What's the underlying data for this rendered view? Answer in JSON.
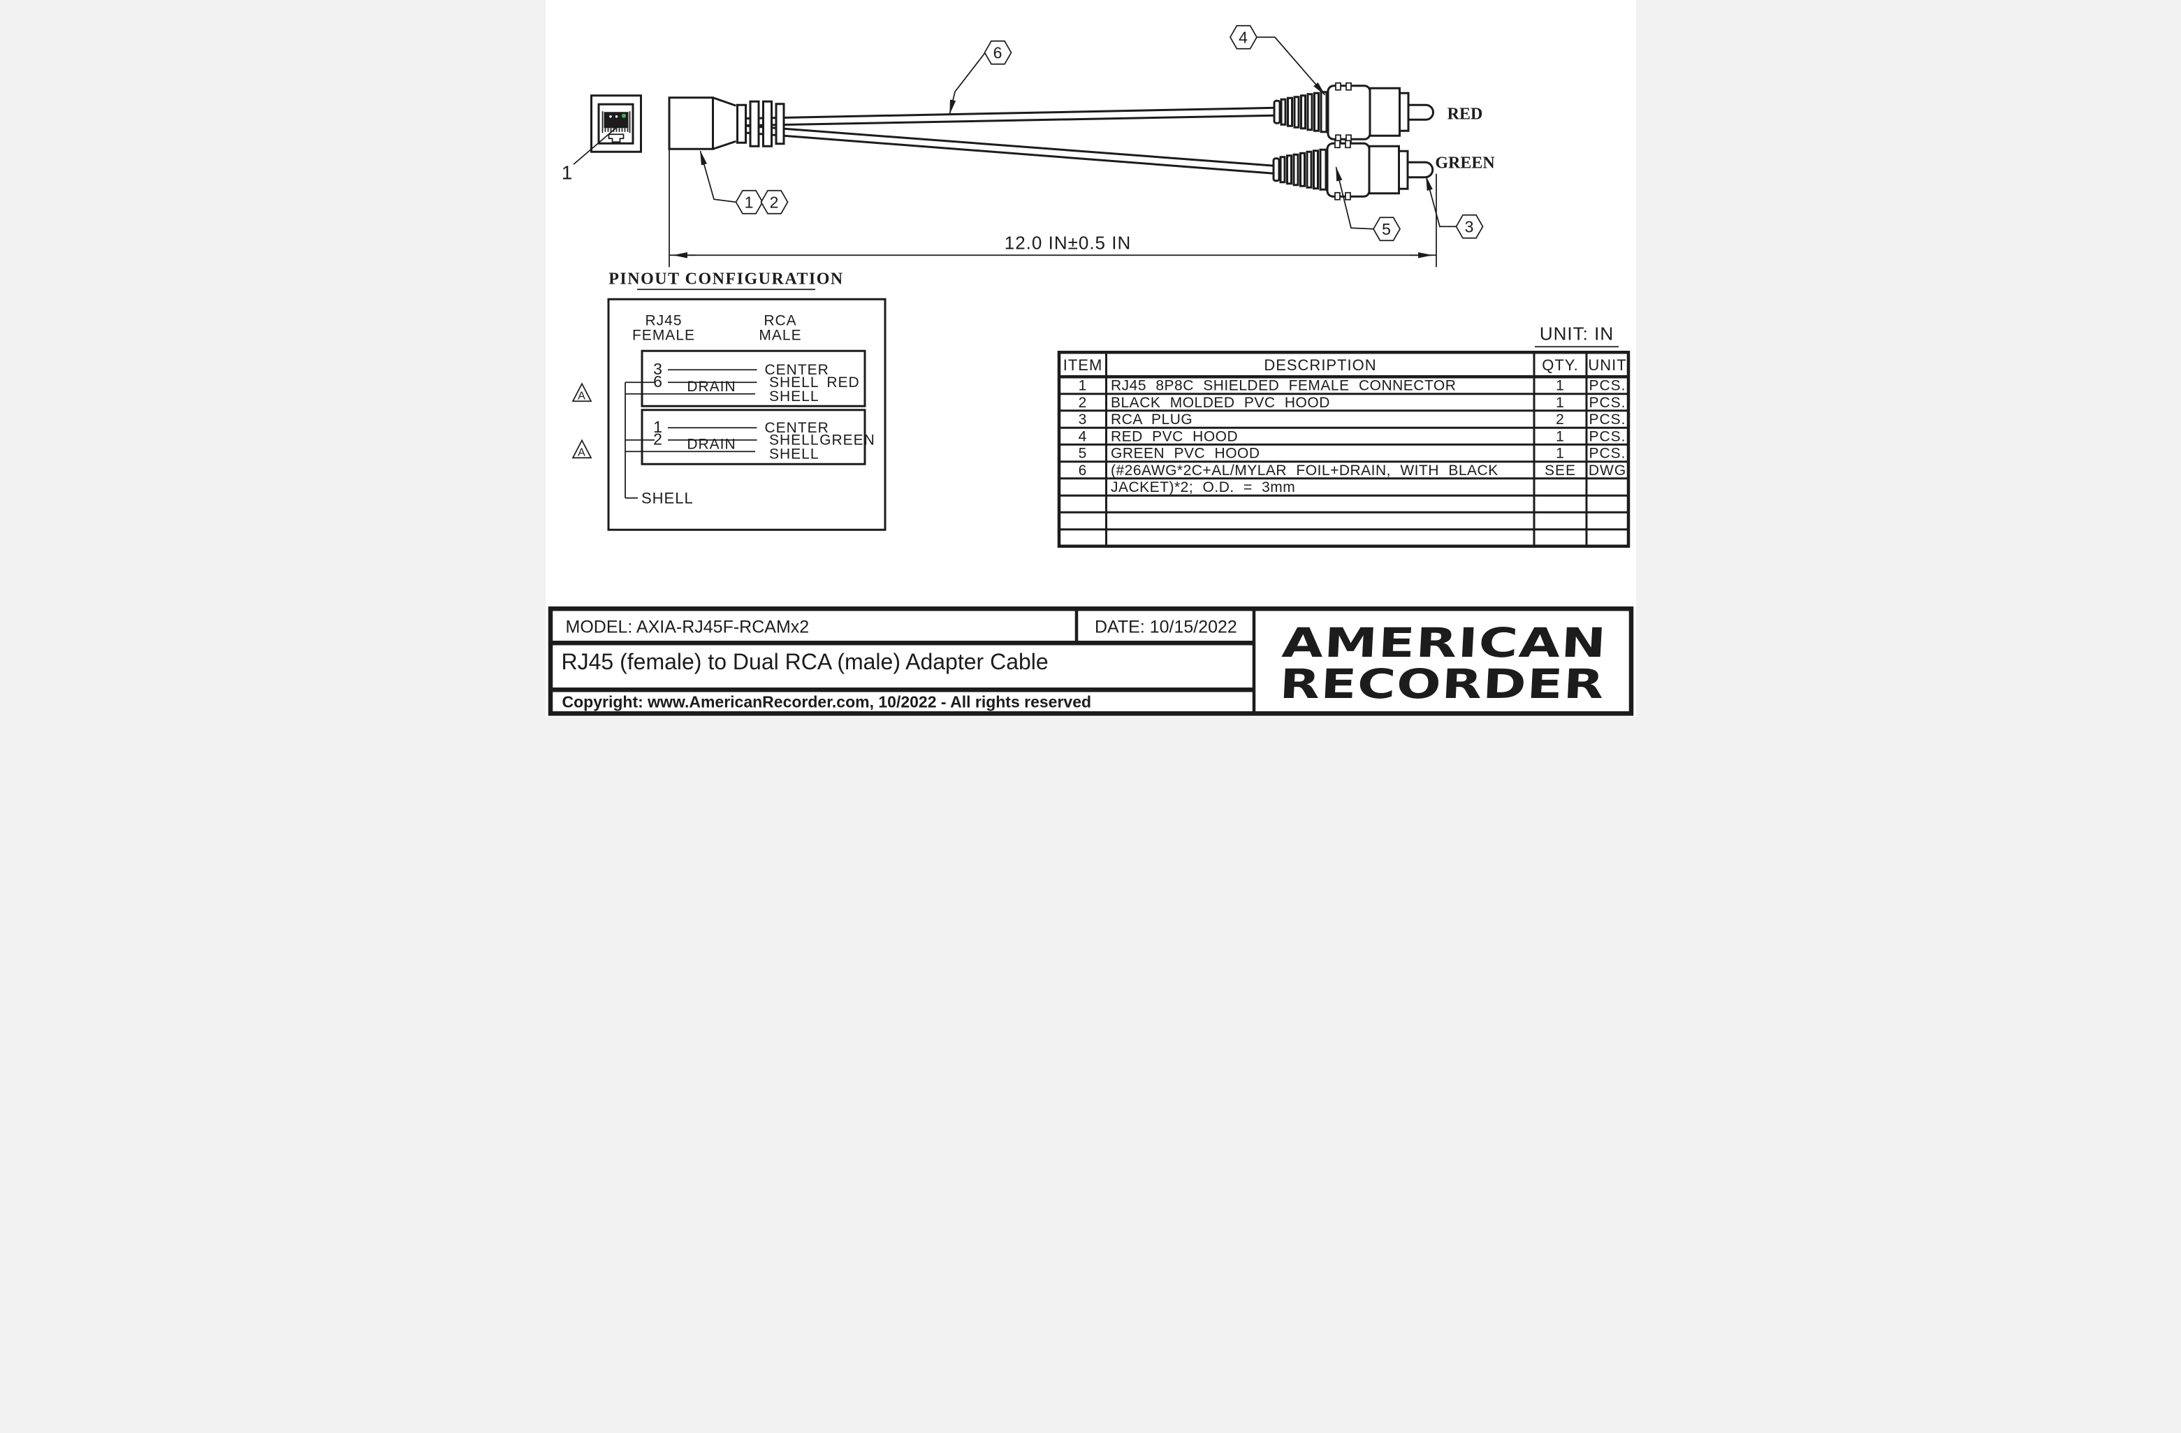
{
  "drawing": {
    "dimension_label": "12.0 IN±0.5 IN",
    "red_label": "RED",
    "green_label": "GREEN",
    "rj45_ref_label": "1",
    "callouts": {
      "c1": "1",
      "c2": "2",
      "c3": "3",
      "c4": "4",
      "c5": "5",
      "c6": "6"
    }
  },
  "pinout": {
    "title": "PINOUT CONFIGURATION",
    "rj45_header_line1": "RJ45",
    "rj45_header_line2": "FEMALE",
    "rca_header_line1": "RCA",
    "rca_header_line2": "MALE",
    "red_group": {
      "pin_a": "3",
      "target_a": "CENTER",
      "pin_b": "6",
      "target_b": "SHELL",
      "drain_label": "DRAIN",
      "target_c": "SHELL",
      "color_label": "RED"
    },
    "green_group": {
      "pin_a": "1",
      "target_a": "CENTER",
      "pin_b": "2",
      "target_b": "SHELL",
      "drain_label": "DRAIN",
      "target_c": "SHELL",
      "color_label": "GREEN"
    },
    "shell_label": "SHELL",
    "revision_flag": "A"
  },
  "table": {
    "unit_note": "UNIT: IN",
    "headers": [
      "ITEM",
      "DESCRIPTION",
      "QTY.",
      "UNIT"
    ],
    "rows": [
      [
        "1",
        "RJ45 8P8C SHIELDED FEMALE CONNECTOR",
        "1",
        "PCS."
      ],
      [
        "2",
        "BLACK MOLDED PVC HOOD",
        "1",
        "PCS."
      ],
      [
        "3",
        "RCA PLUG",
        "2",
        "PCS."
      ],
      [
        "4",
        "RED PVC HOOD",
        "1",
        "PCS."
      ],
      [
        "5",
        "GREEN PVC HOOD",
        "1",
        "PCS."
      ],
      [
        "6",
        "(#26AWG*2C+AL/MYLAR FOIL+DRAIN, WITH BLACK",
        "SEE",
        "DWG"
      ],
      [
        "",
        "JACKET)*2; O.D. = 3mm",
        "",
        ""
      ]
    ]
  },
  "title_block": {
    "model": "MODEL: AXIA-RJ45F-RCAMx2",
    "date": "DATE: 10/15/2022",
    "title": "RJ45 (female) to Dual RCA (male) Adapter Cable",
    "copyright": "Copyright: www.AmericanRecorder.com, 10/2022 - All rights reserved",
    "logo_line1": "AMERICAN",
    "logo_line2": "RECORDER"
  },
  "colors": {
    "ink": "#1c1c1c",
    "background": "#ffffff",
    "led_green": "#3bb54a"
  }
}
